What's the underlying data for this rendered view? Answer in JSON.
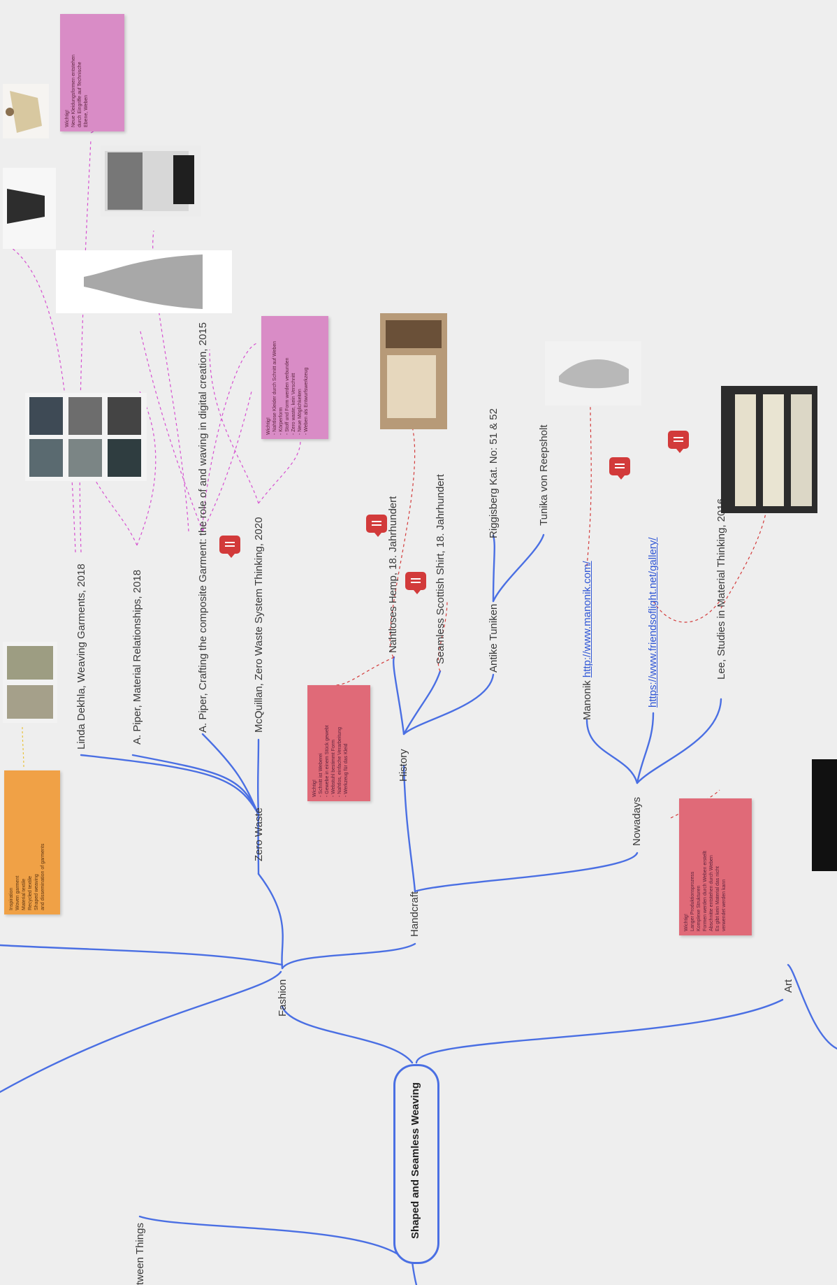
{
  "mindmap": {
    "root": "Shaped and Seamless Weaving",
    "branches": {
      "fashion": "Fashion",
      "art": "Art",
      "between": "tween Things",
      "zero_waste": "Zero Waste",
      "handcraft": "Handcraft",
      "history": "History",
      "nowadays": "Nowadays"
    },
    "zero_waste_items": [
      "Linda Dekhla, Weaving Garments, 2018",
      "A. Piper, Material Relationships, 2018",
      "A. Piper, Crafting the composite Garment: the role of and waving in digital creation, 2015",
      "McQuillan, Zero Waste System Thinking, 2020"
    ],
    "history_items": [
      "Nahtloses Hemp, 18. Jahrhundert",
      "Seamless Scottish Shirt, 18. Jahrhundert",
      "Antike Tuniken",
      "Riggisberg Kat. No: 51 & 52",
      "Tunika von Reepsholt"
    ],
    "nowadays_items": {
      "manonik_label": "Manonik",
      "manonik_url": "http://www.manonik.com/",
      "friends_url": "https://www.friendsoflight.net/gallery/",
      "lee": "Lee, Studies in Material Thinking, 2016"
    }
  },
  "notes": {
    "pink_top": "Wichtig!\nNeue Kleidungsformen entstehen\ndurch Eingriffe auf Technische\nEbene, Weben",
    "pink_mid": "Wichtig!\n- Nahtlose Kleider durch Schnitt auf Weben\n- Körperform\n- Stoff und Form werden verbunden\n- Zero waste, kein Verschnitt\n- Neue Möglichkeiten\n- Weben als Entwurfswerkzeug",
    "red_history": "Wichtig!\n- Schnitt ist Weberei\n- Gewebe in einem Stück gewebt\n- Webstuhl bestimmt Form\n- Nahtlos, einfache Verarbeitung\n- Werkzeug für das Kleid",
    "red_nowadays": "Wichtig!\nLanger Produktionsprozess\nKomplexe Strukturen\nFormen werden durch Weben erstellt\nAbschnitte entstehen durch Weben\nEs gibt kein Material das nicht\nverwendet werden kann",
    "orange": "Inspiration\nWoven garment\nMaterial textile\nRecycled textile\nShaped weaving\nand dissemination of garments"
  },
  "colors": {
    "branch": "#4a6fe3",
    "connector_pink": "#d64fd0",
    "connector_red": "#d33b3b",
    "note_pink": "#d98cc6",
    "note_red": "#e06a78",
    "note_orange": "#f0a146",
    "comment": "#d23a3a"
  },
  "icons": [
    "comment-icon"
  ]
}
